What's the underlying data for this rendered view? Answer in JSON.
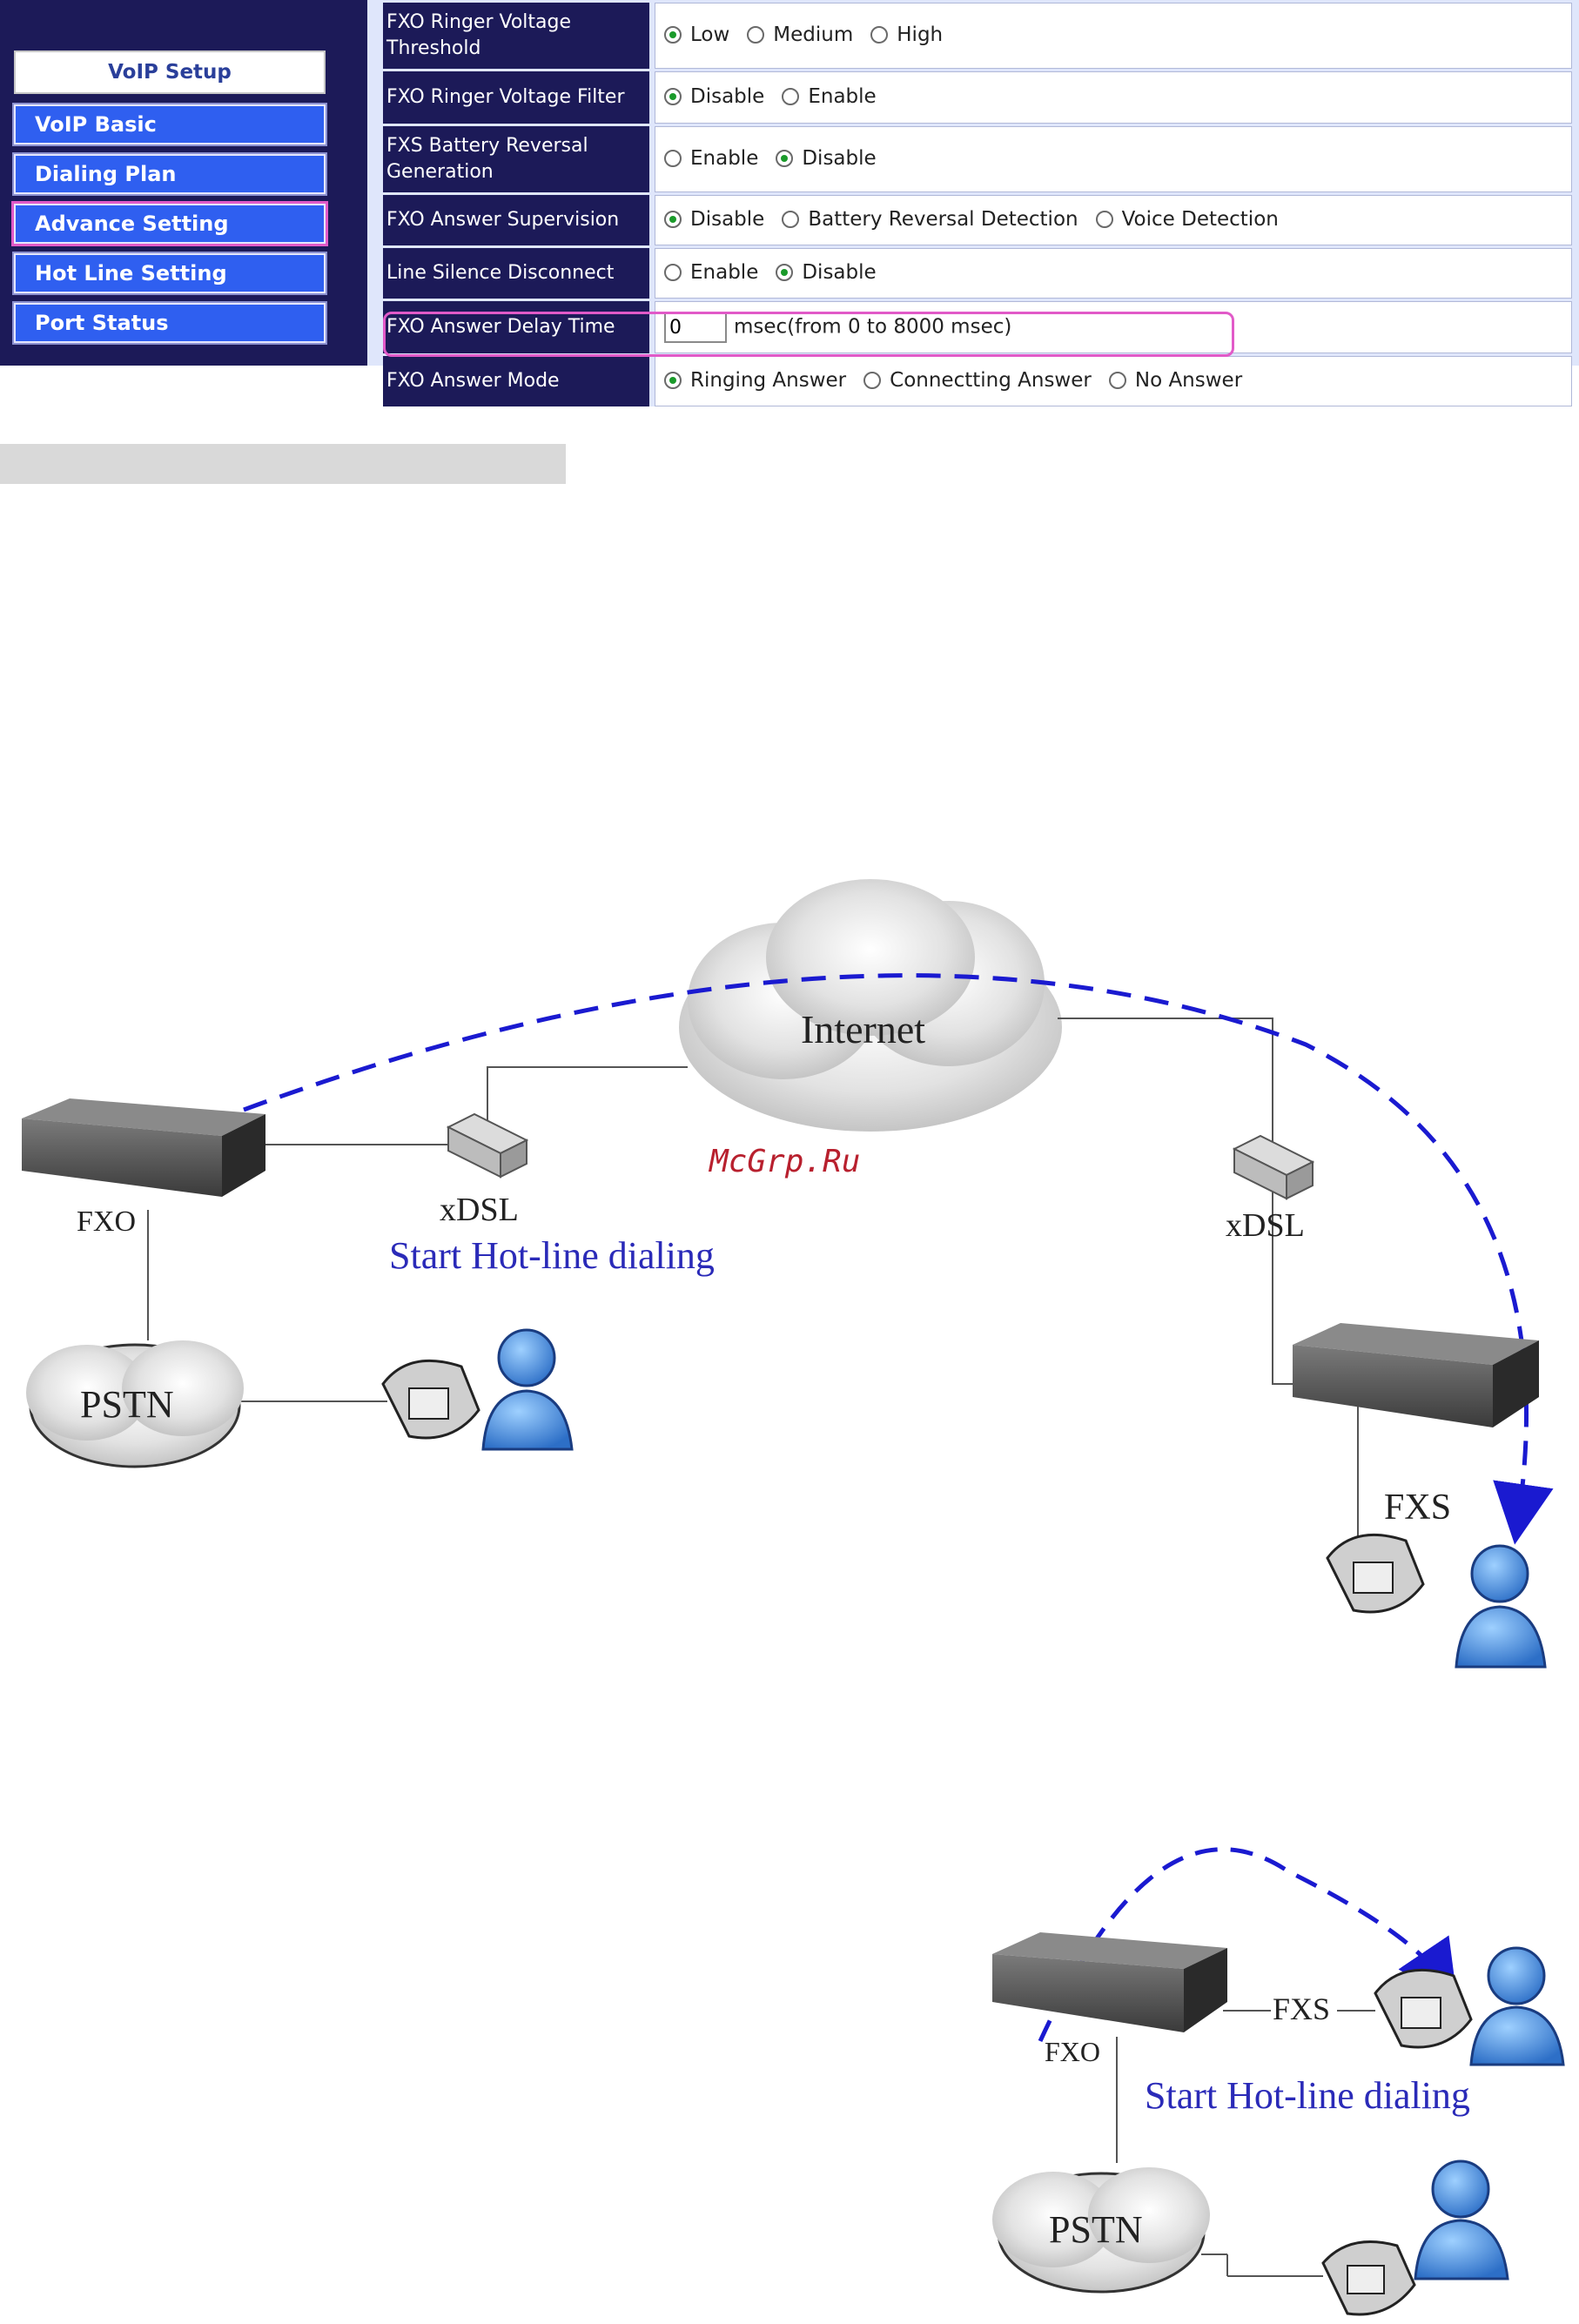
{
  "sidebar": {
    "title": "VoIP Setup",
    "items": [
      {
        "label": "VoIP Basic"
      },
      {
        "label": "Dialing Plan"
      },
      {
        "label": "Advance Setting"
      },
      {
        "label": "Hot Line Setting"
      },
      {
        "label": "Port Status"
      }
    ]
  },
  "settings": {
    "rows": [
      {
        "label": "FXO Ringer Voltage Threshold",
        "options": [
          "Low",
          "Medium",
          "High"
        ],
        "selected": "Low"
      },
      {
        "label": "FXO Ringer Voltage Filter",
        "options": [
          "Disable",
          "Enable"
        ],
        "selected": "Disable"
      },
      {
        "label": "FXS Battery Reversal Generation",
        "options": [
          "Enable",
          "Disable"
        ],
        "selected": "Disable"
      },
      {
        "label": "FXO Answer Supervision",
        "options": [
          "Disable",
          "Battery Reversal Detection",
          "Voice Detection"
        ],
        "selected": "Disable"
      },
      {
        "label": "Line Silence Disconnect",
        "options": [
          "Enable",
          "Disable"
        ],
        "selected": "Disable"
      },
      {
        "label": "FXO Answer Delay Time",
        "value": "0",
        "hint": "msec(from 0 to 8000 msec)"
      },
      {
        "label": "FXO Answer Mode",
        "options": [
          "Ringing Answer",
          "Connectting Answer",
          "No Answer"
        ],
        "selected": "Ringing Answer"
      }
    ]
  },
  "diagram1": {
    "internet": "Internet",
    "xdsl_left": "xDSL",
    "xdsl_right": "xDSL",
    "fxo": "FXO",
    "fxs": "FXS",
    "pstn": "PSTN",
    "caption": "Start Hot-line dialing",
    "watermark": "McGrp.Ru"
  },
  "diagram2": {
    "fxo": "FXO",
    "fxs": "FXS",
    "pstn": "PSTN",
    "caption": "Start Hot-line dialing"
  },
  "colors": {
    "nav_bg": "#1c1a58",
    "nav_item": "#2f5ff0",
    "highlight": "#e15ac8",
    "dash_arc": "#1a1ad0",
    "caption": "#2a2ab8"
  }
}
